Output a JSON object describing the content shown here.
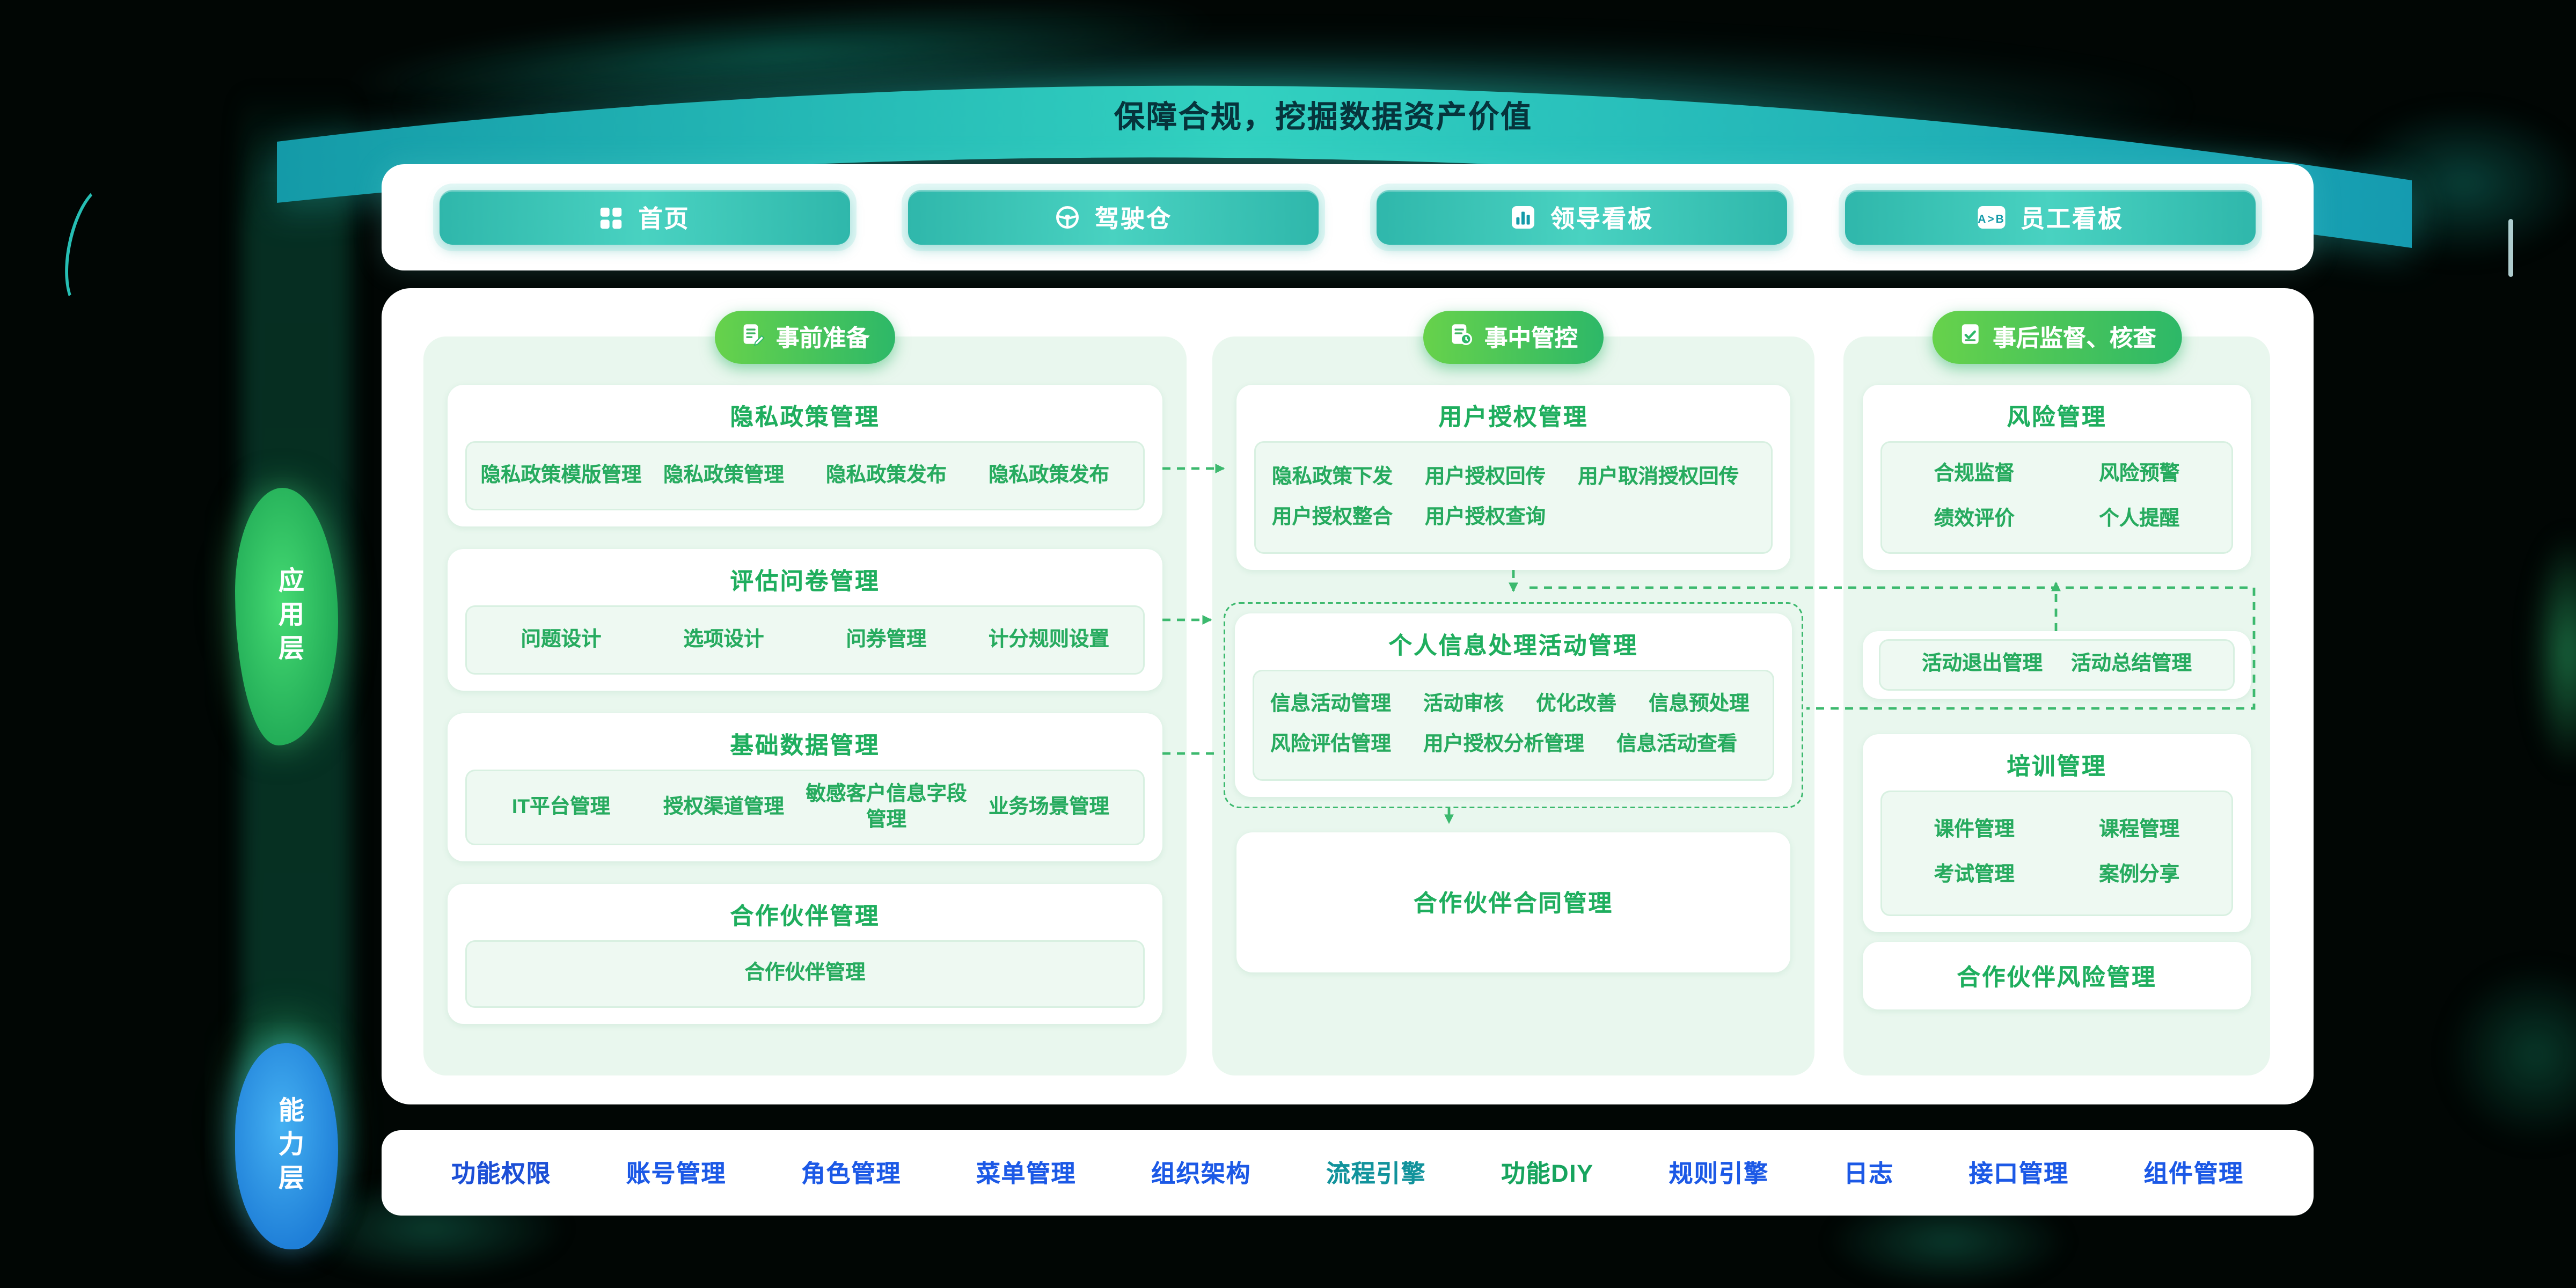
{
  "banner": {
    "title": "保障合规，挖掘数据资产价值"
  },
  "nav": {
    "icon_ab_text": "A>B",
    "buttons": [
      {
        "label": "首页",
        "icon": "home-grid-icon"
      },
      {
        "label": "驾驶仓",
        "icon": "steering-wheel-icon"
      },
      {
        "label": "领导看板",
        "icon": "bar-chart-icon"
      },
      {
        "label": "员工看板",
        "icon": "ab-compare-icon"
      }
    ]
  },
  "layer_labels": {
    "application": "应用层",
    "capability": "能力层"
  },
  "columns": [
    {
      "badge": {
        "label": "事前准备",
        "icon": "document-edit-icon"
      },
      "cards": [
        {
          "title": "隐私政策管理",
          "items": [
            "隐私政策模版管理",
            "隐私政策管理",
            "隐私政策发布",
            "隐私政策发布"
          ]
        },
        {
          "title": "评估问卷管理",
          "items": [
            "问题设计",
            "选项设计",
            "问券管理",
            "计分规则设置"
          ]
        },
        {
          "title": "基础数据管理",
          "items": [
            "IT平台管理",
            "授权渠道管理",
            "敏感客户信息字段管理",
            "业务场景管理"
          ]
        },
        {
          "title": "合作伙伴管理",
          "items": [
            "合作伙伴管理"
          ]
        }
      ]
    },
    {
      "badge": {
        "label": "事中管控",
        "icon": "document-monitor-icon"
      },
      "cards": [
        {
          "title": "用户授权管理",
          "items": [
            "隐私政策下发",
            "用户授权回传",
            "用户取消授权回传",
            "用户授权整合",
            "用户授权查询"
          ]
        },
        {
          "title": "个人信息处理活动管理",
          "items": [
            "信息活动管理",
            "活动审核",
            "优化改善",
            "信息预处理",
            "风险评估管理",
            "用户授权分析管理",
            "信息活动查看"
          ]
        },
        {
          "title": "合作伙伴合同管理",
          "items": []
        }
      ]
    },
    {
      "badge": {
        "label": "事后监督、核查",
        "icon": "document-check-icon"
      },
      "cards": [
        {
          "title": "风险管理",
          "items": [
            "合规监督",
            "风险预警",
            "绩效评价",
            "个人提醒"
          ]
        },
        {
          "title": "",
          "items": [
            "活动退出管理",
            "活动总结管理"
          ]
        },
        {
          "title": "培训管理",
          "items": [
            "课件管理",
            "课程管理",
            "考试管理",
            "案例分享"
          ]
        },
        {
          "title": "合作伙伴风险管理",
          "items": []
        }
      ]
    }
  ],
  "capability_bar": {
    "items": [
      {
        "label": "功能权限",
        "color": "#1c4fd6"
      },
      {
        "label": "账号管理",
        "color": "#1c59e6"
      },
      {
        "label": "角色管理",
        "color": "#1c59e6"
      },
      {
        "label": "菜单管理",
        "color": "#1c59e6"
      },
      {
        "label": "组织架构",
        "color": "#1c59e6"
      },
      {
        "label": "流程引擎",
        "color": "#12939c"
      },
      {
        "label": "功能DIY",
        "color": "#17a45e"
      },
      {
        "label": "规则引擎",
        "color": "#1c59e6"
      },
      {
        "label": "日志",
        "color": "#1c59e6"
      },
      {
        "label": "接口管理",
        "color": "#1c59e6"
      },
      {
        "label": "组件管理",
        "color": "#1c59e6"
      }
    ]
  },
  "colors": {
    "brand_teal": "#2fb7ab",
    "brand_green": "#2db868",
    "panel_green": "#e9f7ee",
    "item_green": "#27ab5f",
    "connector_green": "#3cb96e",
    "capability_blue": "#1c59e6"
  }
}
